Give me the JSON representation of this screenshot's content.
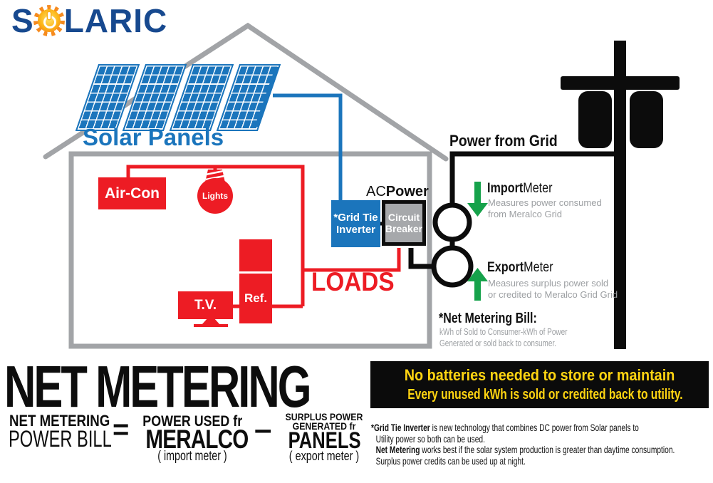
{
  "logo": {
    "letter_s": "S",
    "letters_rest": "LARIC"
  },
  "diagram": {
    "solar_panels_label": "Solar Panels",
    "aircon_label": "Air-Con",
    "lights_label": "Lights",
    "tv_label": "T.V.",
    "ref_label": "Ref.",
    "loads_label": "LOADS",
    "ac_power": {
      "ac": "AC",
      "power": "Power"
    },
    "inverter": {
      "line1": "*Grid Tie",
      "line2": "Inverter"
    },
    "breaker": {
      "line1": "Circuit",
      "line2": "Breaker"
    },
    "power_from_grid": "Power from Grid",
    "import_meter": {
      "bold": "Import",
      "rest": "Meter",
      "desc1": "Measures power consumed",
      "desc2": "from Meralco Grid"
    },
    "export_meter": {
      "bold": "Export",
      "rest": "Meter",
      "desc1": "Measures surplus power sold",
      "desc2": "or credited to Meralco Grid Grid"
    },
    "net_metering_bill": {
      "title": "*Net Metering Bill:",
      "desc1": "kWh of Sold to Consumer-kWh of Power",
      "desc2": "Generated or sold back to consumer."
    }
  },
  "bottom": {
    "title": "NET METERING",
    "formula": {
      "left_line1": "NET METERING",
      "left_line2": "POWER BILL",
      "equals": "=",
      "mid_line1": "POWER USED fr",
      "mid_line2": "MERALCO",
      "mid_line3": "( import meter )",
      "minus": "–",
      "right_line1": "SURPLUS POWER",
      "right_line2": "GENERATED fr",
      "right_line3": "PANELS",
      "right_line4": "( export meter )"
    },
    "banner": {
      "line1": "No batteries needed to store or maintain",
      "line2": "Every unused kWh is sold or credited back to utility."
    },
    "notes": {
      "l1_bold": "*Grid Tie Inverter",
      "l1_rest": " is new technology that combines DC power from Solar panels to",
      "l2": "Utility power so both can be used.",
      "l3_bold": "Net Metering",
      "l3_rest": " works best if the solar system production is greater than daytime consumption.",
      "l4": "Surplus power credits can be used up at night."
    }
  },
  "colors": {
    "blue": "#1b75bc",
    "red": "#ed1c24",
    "green": "#16a24b",
    "yellow": "#ffd411",
    "gray_structure": "#a2a4a7",
    "logo_navy": "#17498f",
    "black": "#0c0c0c"
  }
}
